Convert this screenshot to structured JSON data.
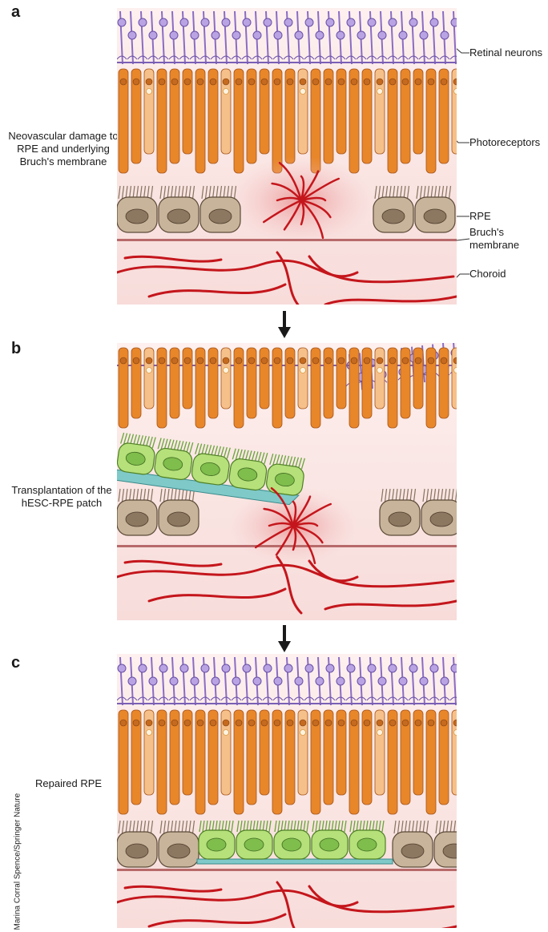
{
  "panels": {
    "a": {
      "letter": "a",
      "left_label": "Neovascular damage to RPE and underlying Bruch's membrane",
      "right_labels": {
        "retinal_neurons": "Retinal neurons",
        "photoreceptors": "Photoreceptors",
        "rpe": "RPE",
        "bruchs_membrane": "Bruch's membrane",
        "choroid": "Choroid"
      }
    },
    "b": {
      "letter": "b",
      "left_label": "Transplantation of the hESC-RPE patch"
    },
    "c": {
      "letter": "c",
      "left_label": "Repaired RPE"
    }
  },
  "credit": "Marina Corral Spence/Springer Nature",
  "colors": {
    "neurons": "#8b6cc4",
    "photoreceptors": "#e8862a",
    "rpe": "#c8b49a",
    "transplant_cells": "#b5e07a",
    "vessels": "#c4161c",
    "choroid_bg": "#f9e3e1"
  }
}
